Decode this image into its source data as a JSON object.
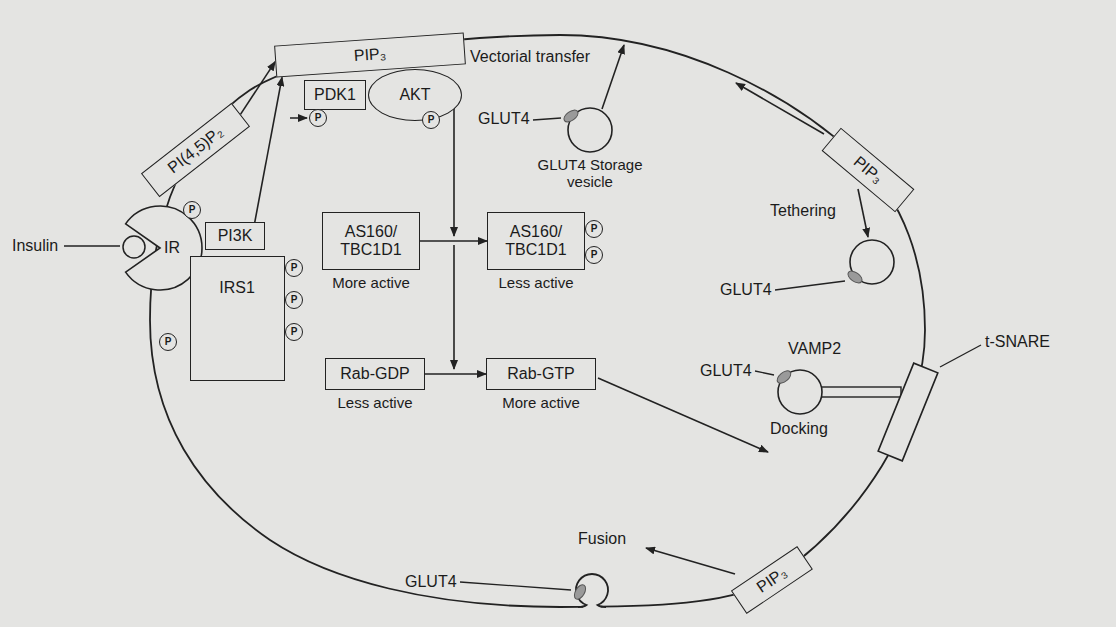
{
  "diagram": {
    "nodes": [
      {
        "text": [
          "PIP₃"
        ]
      },
      {
        "text": [
          "PDK1"
        ]
      },
      {
        "text": [
          "AKT"
        ]
      },
      {
        "text": [
          "P"
        ]
      },
      {
        "text": [
          "P"
        ]
      },
      {
        "text": [
          "PI(4,5)P₂"
        ]
      },
      {
        "text": [
          "IR"
        ]
      },
      {
        "text": [
          "P"
        ]
      },
      {
        "text": [
          "PI3K"
        ]
      },
      {
        "text": [
          "IRS1"
        ]
      },
      {
        "text": [
          "P"
        ]
      },
      {
        "text": [
          "P"
        ]
      },
      {
        "text": [
          "P"
        ]
      },
      {
        "text": [
          "P"
        ]
      },
      {
        "text": [
          "AS160/ TBC1D1",
          "More active"
        ]
      },
      {
        "text": [
          "AS160/ TBC1D1",
          "Less active"
        ]
      },
      {
        "text": [
          "P"
        ]
      },
      {
        "text": [
          "P"
        ]
      },
      {
        "text": [
          "Rab-GDP",
          "Less active"
        ]
      },
      {
        "text": [
          "Rab-GTP",
          "More active"
        ]
      },
      {
        "text": [
          "PIP₃"
        ]
      },
      {
        "text": [
          "PIP₃"
        ]
      }
    ],
    "edges": [
      {
        "from": 5,
        "to": 0,
        "arrow": "to"
      },
      {
        "from": 8,
        "to": 0,
        "arrow": "to"
      },
      {
        "from": 14,
        "to": 15,
        "arrow": "to"
      },
      {
        "from": 18,
        "to": 19,
        "arrow": "to"
      }
    ],
    "labels": [
      "Insulin",
      "Vectorial transfer",
      "GLUT4",
      "GLUT4 Storage vesicle",
      "Tethering",
      "GLUT4",
      "VAMP2",
      "GLUT4",
      "t-SNARE",
      "Docking",
      "Fusion",
      "GLUT4"
    ]
  }
}
